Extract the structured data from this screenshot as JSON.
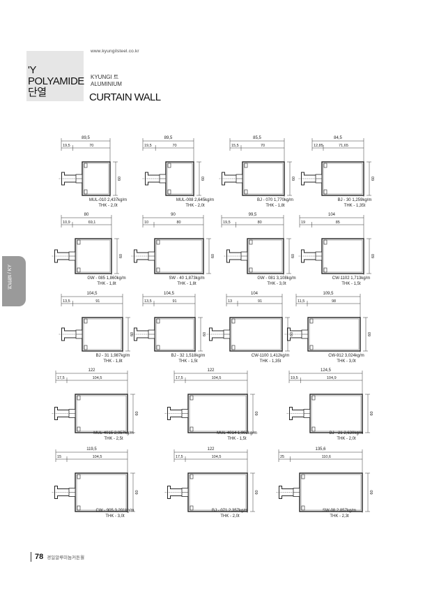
{
  "header": {
    "left_lines": [
      "'Y",
      "POLYAMIDE",
      "단열"
    ],
    "url": "www.kyungilsteel.co.kr",
    "brand_lines": [
      "KYUNGI 트",
      "ALUMINIUM"
    ],
    "title": "CURTAIN WALL"
  },
  "sidetab": {
    "label": "커튼월 / KY"
  },
  "footer": {
    "page_number": "78",
    "text": "경일알루미늄커튼월"
  },
  "profiles": [
    {
      "name": "MUL-010",
      "weight": "2,437kg/m",
      "thk": "THK - 2,0t",
      "overall": "89,5",
      "seg1": "19,5",
      "seg2": "70",
      "height": "60"
    },
    {
      "name": "MUL-008",
      "weight": "2,645kg/m",
      "thk": "THK - 2,0t",
      "overall": "89,5",
      "seg1": "19,5",
      "seg2": "70",
      "height": "60"
    },
    {
      "name": "BJ - 070",
      "weight": "1,770kg/m",
      "thk": "THK - 1,8t",
      "overall": "85,5",
      "seg1": "15,5",
      "seg2": "70",
      "height": "60"
    },
    {
      "name": "BJ - 30",
      "weight": "1,259kg/m",
      "thk": "THK - 1,35t",
      "overall": "84,5",
      "seg1": "12,85",
      "seg2": "71,65",
      "height": "60"
    },
    {
      "name": "GW - 085",
      "weight": "1,860kg/m",
      "thk": "THK - 1,8t",
      "overall": "80",
      "seg1": "10,9",
      "seg2": "69,1",
      "height": "60"
    },
    {
      "name": "SW - 40",
      "weight": "1,873kg/m",
      "thk": "THK - 1,8t",
      "overall": "90",
      "seg1": "10",
      "seg2": "80",
      "height": "60"
    },
    {
      "name": "GW - 081",
      "weight": "3,108kg/m",
      "thk": "THK - 3,0t",
      "overall": "99,5",
      "seg1": "19,5",
      "seg2": "80",
      "height": "60"
    },
    {
      "name": "CW-1102",
      "weight": "1,713kg/m",
      "thk": "THK - 1,5t",
      "overall": "104",
      "seg1": "19",
      "seg2": "85",
      "height": "60"
    },
    {
      "name": "BJ - 31",
      "weight": "1,987kg/m",
      "thk": "THK - 1,8t",
      "overall": "104,5",
      "seg1": "13,5",
      "seg2": "91",
      "height": "60"
    },
    {
      "name": "BJ - 32",
      "weight": "1,518kg/m",
      "thk": "THK - 1,5t",
      "overall": "104,5",
      "seg1": "13,5",
      "seg2": "91",
      "height": "60"
    },
    {
      "name": "CW-1100",
      "weight": "1,412kg/m",
      "thk": "THK - 1,35t",
      "overall": "104",
      "seg1": "13",
      "seg2": "91",
      "height": "60"
    },
    {
      "name": "CW-912",
      "weight": "3,024kg/m",
      "thk": "THK - 3,0t",
      "overall": "109,5",
      "seg1": "11,5",
      "seg2": "98",
      "height": "60"
    },
    {
      "name": "MUL-4015",
      "weight": "2,957kg/m",
      "thk": "THK - 2,5t",
      "overall": "122",
      "seg1": "17,5",
      "seg2": "104,5",
      "height": "60"
    },
    {
      "name": "MUL-4014",
      "weight": "1,902kg/m",
      "thk": "THK - 1,5t",
      "overall": "122",
      "seg1": "17,5",
      "seg2": "104,5",
      "height": "60"
    },
    {
      "name": "BJ - 21",
      "weight": "2,630kg/m",
      "thk": "THK - 2,0t",
      "overall": "124,5",
      "seg1": "19,5",
      "seg2": "104,9",
      "height": "60"
    },
    {
      "name": "CW - 905",
      "weight": "3,201kg/m",
      "thk": "THK - 3,0t",
      "overall": "119,5",
      "seg1": "15",
      "seg2": "104,5",
      "height": "60"
    },
    {
      "name": "BJ - 071",
      "weight": "2,357kg/m",
      "thk": "THK - 2,0t",
      "overall": "122",
      "seg1": "17,5",
      "seg2": "104,5",
      "height": "60"
    },
    {
      "name": "SW-08",
      "weight": "2,857kg/m",
      "thk": "THK - 2,3t",
      "overall": "135,6",
      "seg1": "25",
      "seg2": "110,6",
      "height": "60"
    }
  ]
}
